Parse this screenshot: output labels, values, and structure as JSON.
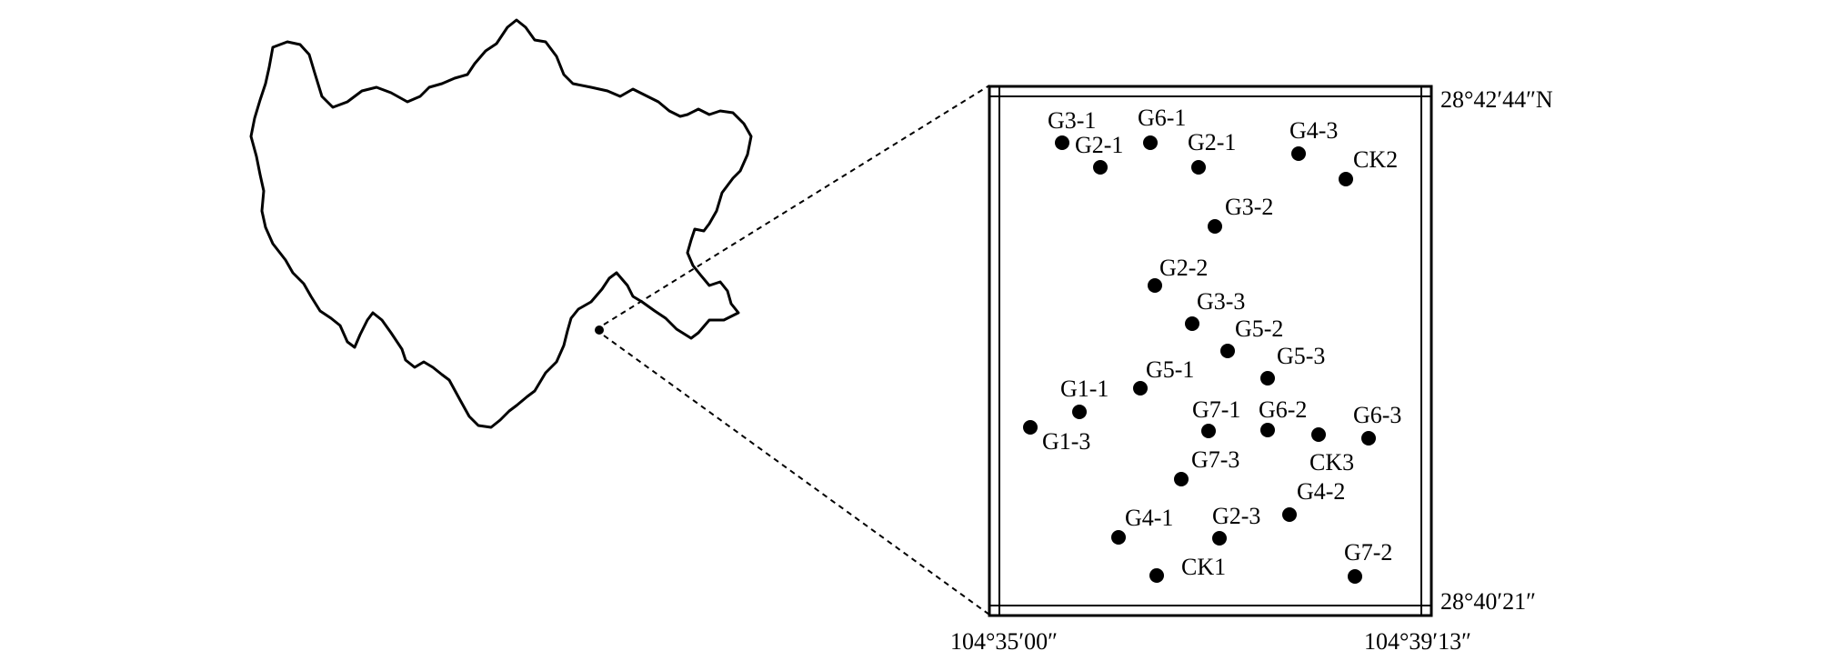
{
  "coordinates": {
    "top_right": "28°42′44″N",
    "bottom_right": "28°40′21″",
    "bottom_left": "104°35′00″",
    "bottom_right_x": "104°39′13″"
  },
  "sample_points": [
    {
      "label": "G3-1"
    },
    {
      "label": "G6-1"
    },
    {
      "label": "G2-1"
    },
    {
      "label": "G2-1"
    },
    {
      "label": "G4-3"
    },
    {
      "label": "CK2"
    },
    {
      "label": "G3-2"
    },
    {
      "label": "G2-2"
    },
    {
      "label": "G3-3"
    },
    {
      "label": "G5-2"
    },
    {
      "label": "G5-3"
    },
    {
      "label": "G5-1"
    },
    {
      "label": "G1-1"
    },
    {
      "label": "G1-3"
    },
    {
      "label": "G7-1"
    },
    {
      "label": "G6-2"
    },
    {
      "label": "G6-3"
    },
    {
      "label": "CK3"
    },
    {
      "label": "G7-3"
    },
    {
      "label": "G4-2"
    },
    {
      "label": "G4-1"
    },
    {
      "label": "G2-3"
    },
    {
      "label": "CK1"
    },
    {
      "label": "G7-2"
    }
  ]
}
